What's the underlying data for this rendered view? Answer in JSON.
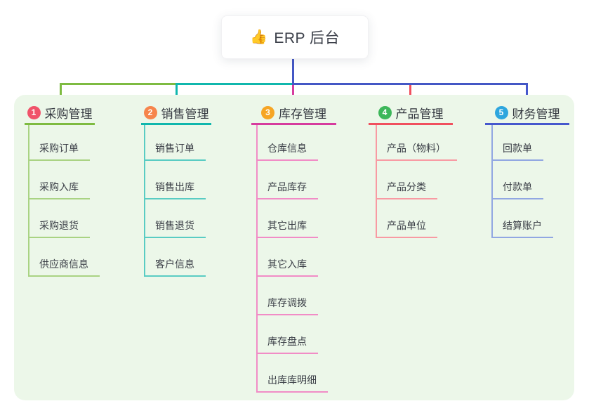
{
  "root": {
    "label": "ERP 后台",
    "icon": "👍",
    "icon_name": "thumbs-up-icon"
  },
  "colors": {
    "trunk": "#4457C5",
    "panel_bg": "#ECF7E9",
    "text_dark": "#33373f"
  },
  "branches": [
    {
      "badge": "1",
      "label": "采购管理",
      "badge_color": "#F0536A",
      "line_color": "#7EBB41",
      "sub_line_color": "#A9D383",
      "items": [
        "采购订单",
        "采购入库",
        "采购退货",
        "供应商信息"
      ]
    },
    {
      "badge": "2",
      "label": "销售管理",
      "badge_color": "#F6854C",
      "line_color": "#10B7AD",
      "sub_line_color": "#59CCC3",
      "items": [
        "销售订单",
        "销售出库",
        "销售退货",
        "客户信息"
      ]
    },
    {
      "badge": "3",
      "label": "库存管理",
      "badge_color": "#F6A524",
      "line_color": "#D63C9E",
      "sub_line_color": "#F18CC6",
      "items": [
        "仓库信息",
        "产品库存",
        "其它出库",
        "其它入库",
        "库存调拨",
        "库存盘点",
        "出库库明细"
      ]
    },
    {
      "badge": "4",
      "label": "产品管理",
      "badge_color": "#3DB75A",
      "line_color": "#F0505E",
      "sub_line_color": "#F89AA3",
      "items": [
        "产品（物料）",
        "产品分类",
        "产品单位"
      ]
    },
    {
      "badge": "5",
      "label": "财务管理",
      "badge_color": "#2EA6DE",
      "line_color": "#4658CD",
      "sub_line_color": "#91A7E2",
      "items": [
        "回款单",
        "付款单",
        "结算账户"
      ]
    }
  ]
}
